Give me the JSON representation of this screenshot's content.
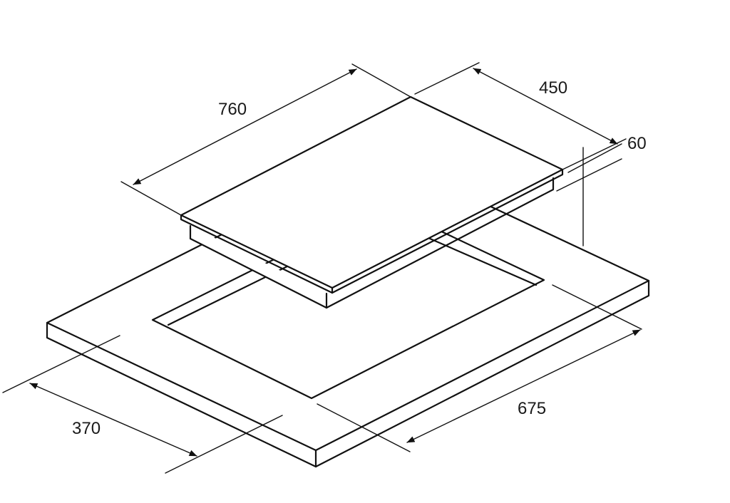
{
  "dimensions": {
    "hob_width": "760",
    "hob_depth": "450",
    "hob_height": "60",
    "cutout_width": "675",
    "cutout_depth": "370"
  },
  "colors": {
    "line": "#111111",
    "background": "#ffffff"
  }
}
